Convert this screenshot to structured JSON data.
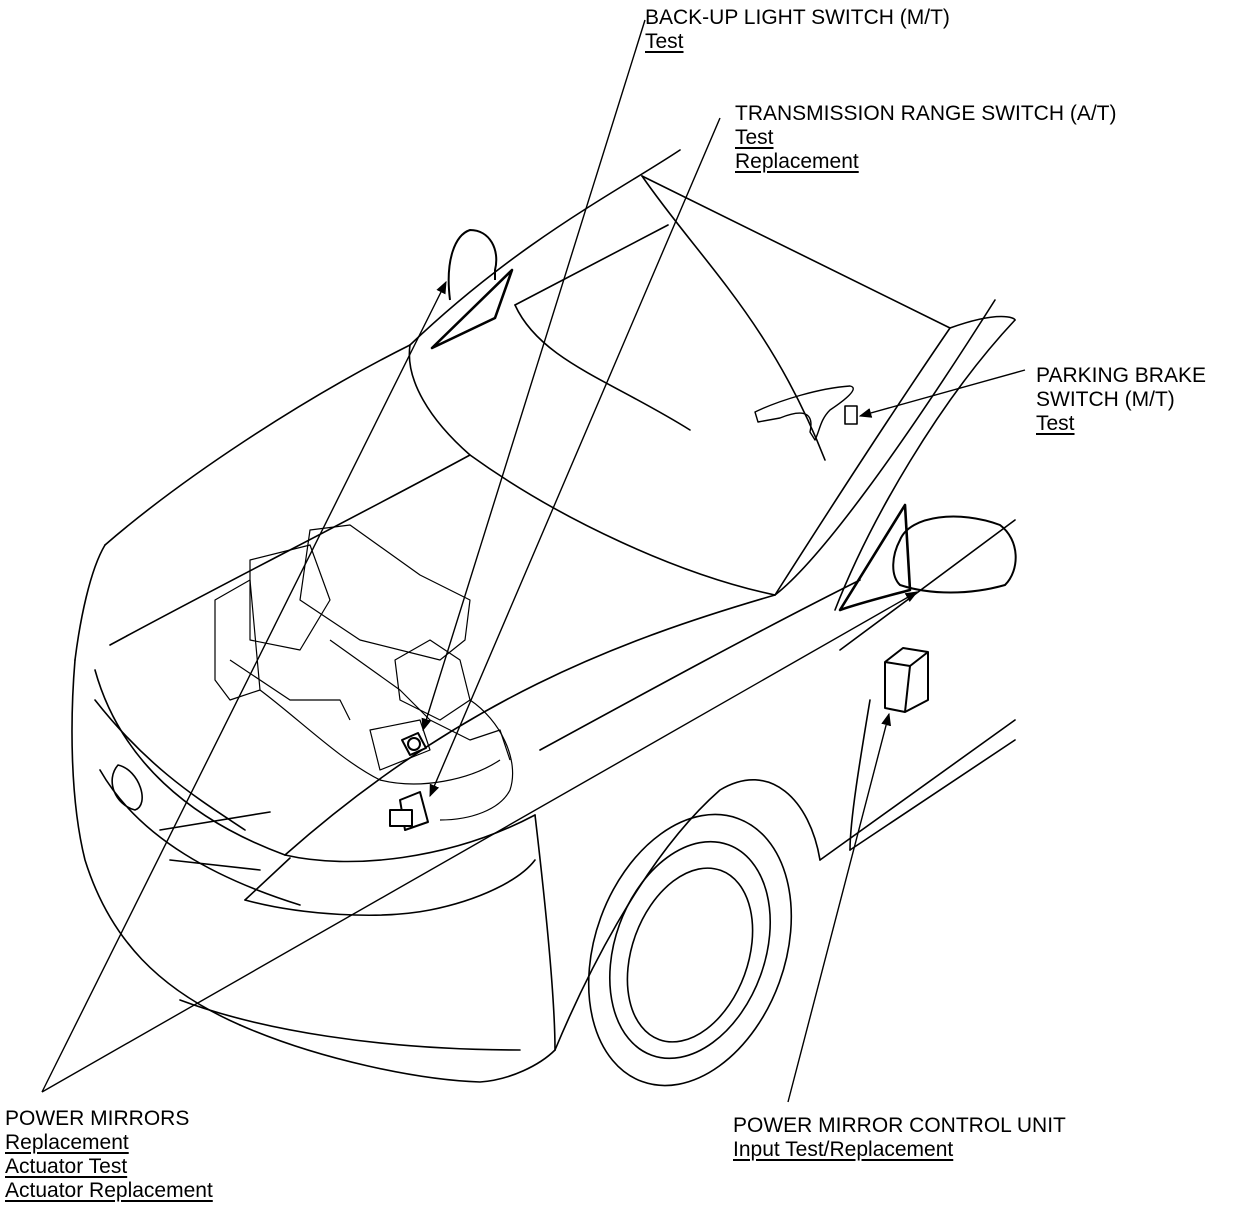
{
  "callouts": {
    "backup_light": {
      "title": "BACK-UP LIGHT SWITCH (M/T)",
      "links": [
        "Test"
      ]
    },
    "transmission_range": {
      "title": "TRANSMISSION RANGE SWITCH (A/T)",
      "links": [
        "Test",
        "Replacement"
      ]
    },
    "parking_brake": {
      "title_line1": "PARKING BRAKE",
      "title_line2": "SWITCH (M/T)",
      "links": [
        "Test"
      ]
    },
    "power_mirrors": {
      "title": "POWER MIRRORS",
      "links": [
        "Replacement",
        "Actuator Test",
        "Actuator Replacement"
      ]
    },
    "mirror_control_unit": {
      "title": "POWER MIRROR CONTROL UNIT",
      "links": [
        "Input Test/Replacement"
      ]
    }
  },
  "colors": {
    "line": "#000000",
    "background": "#ffffff"
  }
}
